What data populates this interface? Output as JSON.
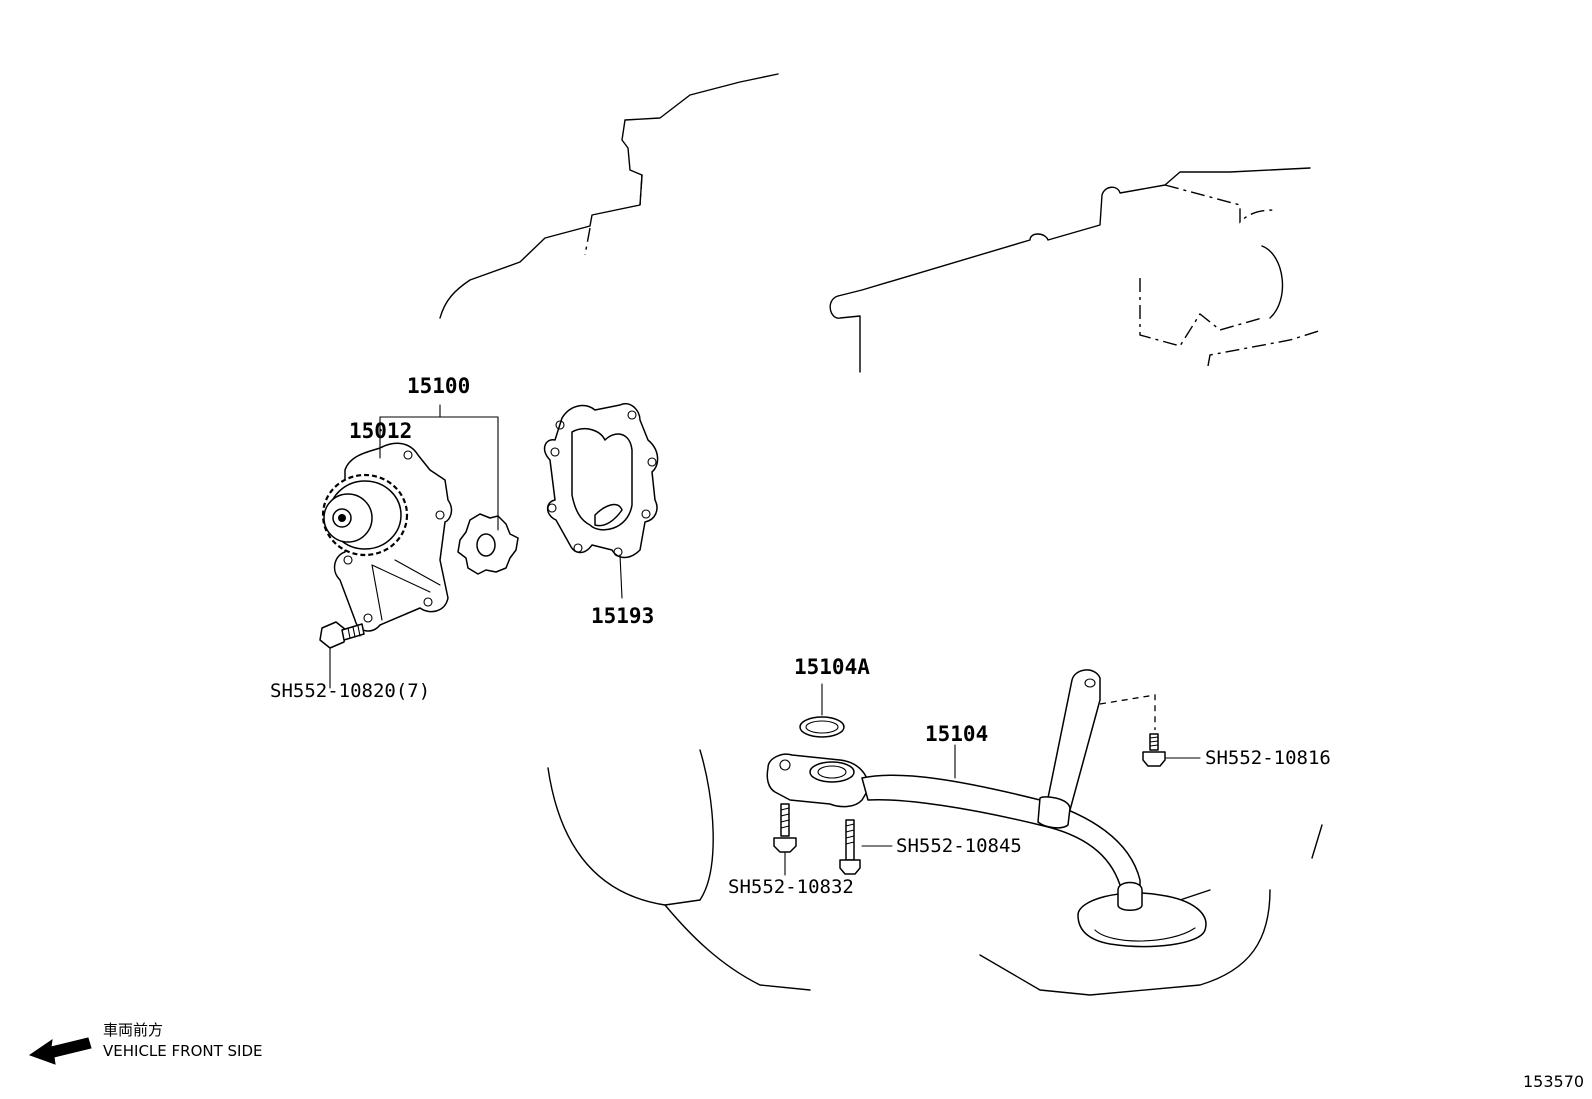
{
  "callouts": {
    "oil_pump_assy": "15100",
    "drive_gear": "15012",
    "gasket": "15193",
    "pump_bolt": "SH552-10820(7)",
    "strainer_gasket": "15104A",
    "strainer": "15104",
    "bolt_bracket": "SH552-10816",
    "bolt_a": "SH552-10845",
    "bolt_b": "SH552-10832"
  },
  "legend": {
    "japanese": "車両前方",
    "english": "VEHICLE FRONT SIDE"
  },
  "reference_number": "153570"
}
